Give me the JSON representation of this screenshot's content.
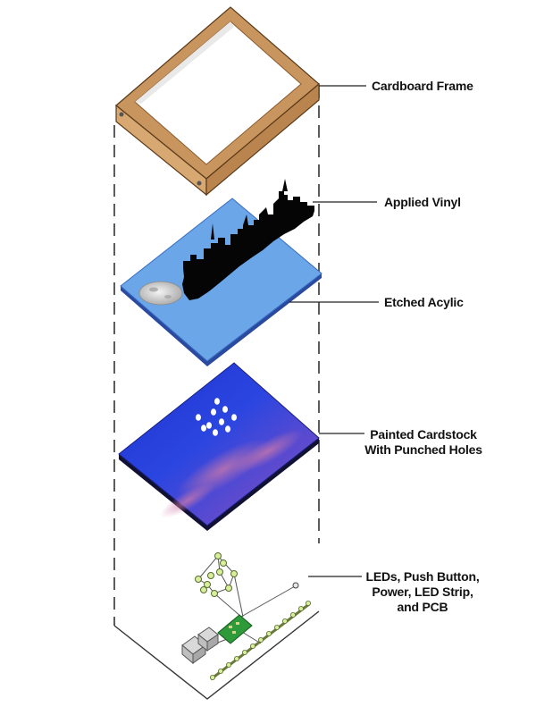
{
  "callouts": {
    "frame": {
      "lines": [
        "Cardboard Frame"
      ]
    },
    "vinyl": {
      "lines": [
        "Applied Vinyl"
      ]
    },
    "acrylic": {
      "lines": [
        "Etched Acylic"
      ]
    },
    "cardstock": {
      "lines": [
        "Painted Cardstock",
        "With Punched Holes"
      ]
    },
    "electronics": {
      "lines": [
        "LEDs, Push Button,",
        "Power, LED Strip,",
        "and PCB"
      ]
    }
  },
  "colors": {
    "cardboard": "#c9955f",
    "cardboard_dark": "#8a5a2e",
    "acrylic": "#6aa6e8",
    "acrylic_edge": "#2a4aa0",
    "cardstock": "#2b3fd8",
    "cardstock_edge": "#111133",
    "vinyl": "#050505",
    "pcb": "#2e9a3a",
    "led": "#d8ee9a"
  },
  "icons": [
    "moon-icon",
    "skyline-silhouette",
    "led-icon",
    "pcb-icon",
    "power-jack-icon",
    "led-strip-icon"
  ]
}
